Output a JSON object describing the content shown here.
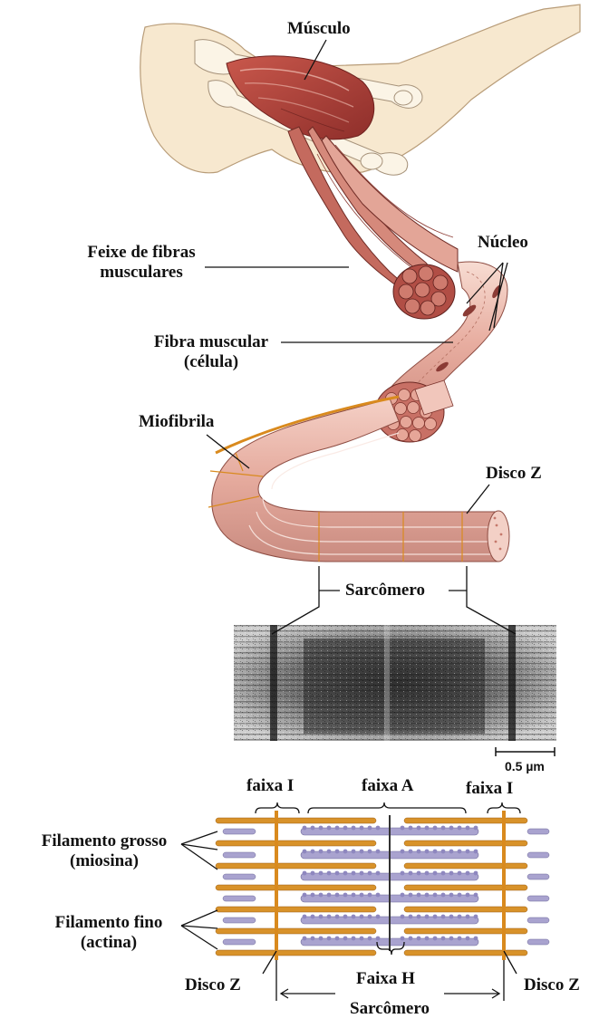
{
  "labels": {
    "musculo": "Músculo",
    "feixe_line1": "Feixe de fibras",
    "feixe_line2": "musculares",
    "nucleo": "Núcleo",
    "fibra_line1": "Fibra muscular",
    "fibra_line2": "(célula)",
    "miofibrila": "Miofibrila",
    "disco_z_top": "Disco Z",
    "sarcomero_top": "Sarcômero",
    "scale_bar": "0.5 µm",
    "faixa_i_left": "faixa I",
    "faixa_a": "faixa A",
    "faixa_i_right": "faixa I",
    "grosso_line1": "Filamento grosso",
    "grosso_line2": "(miosina)",
    "fino_line1": "Filamento fino",
    "fino_line2": "(actina)",
    "disco_z_left": "Disco Z",
    "faixa_h": "Faixa H",
    "disco_z_right": "Disco Z",
    "sarcomero_bottom": "Sarcômero"
  },
  "colors": {
    "muscle_red": "#b5463f",
    "fiber_pink": "#e9b4a8",
    "fiber_light": "#f6d9cf",
    "z_disk_orange": "#d98a1e",
    "thin_filament": "#d8922a",
    "thick_filament": "#a9a3cf",
    "em_dark": "#2a2a2a",
    "skin": "#f6e3c4"
  }
}
